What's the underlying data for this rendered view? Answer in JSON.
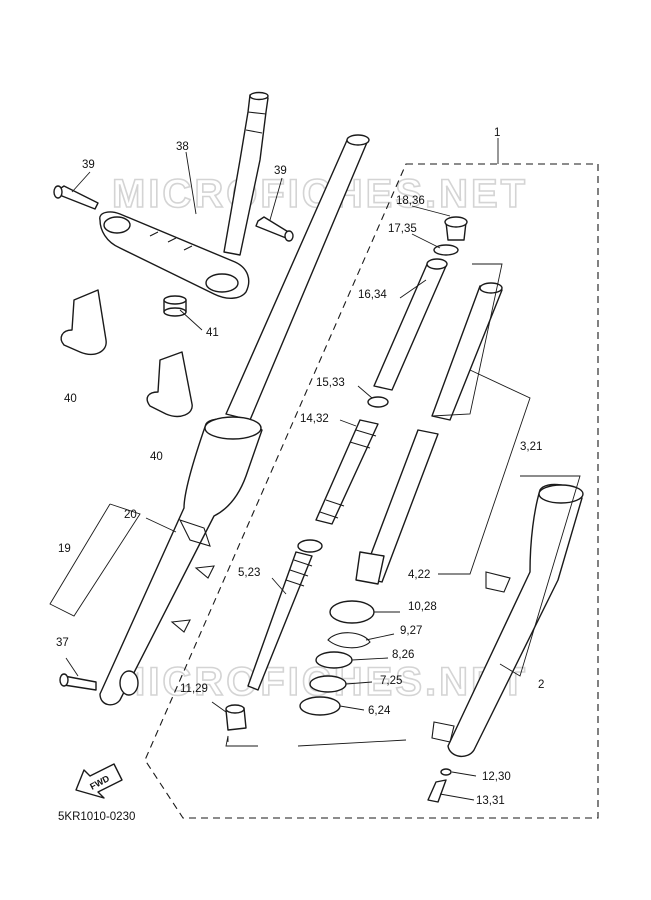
{
  "watermark": "MICROFICHES.NET",
  "diagram_code": "5KR1010-0230",
  "fwd_label": "FWD",
  "callouts": {
    "c1": "1",
    "c38": "38",
    "c39a": "39",
    "c39b": "39",
    "c18_36": "18,36",
    "c17_35": "17,35",
    "c16_34": "16,34",
    "c41": "41",
    "c15_33": "15,33",
    "c14_32": "14,32",
    "c40a": "40",
    "c40b": "40",
    "c3_21": "3,21",
    "c20": "20",
    "c19": "19",
    "c5_23": "5,23",
    "c4_22": "4,22",
    "c10_28": "10,28",
    "c9_27": "9,27",
    "c37": "37",
    "c8_26": "8,26",
    "c2": "2",
    "c7_25": "7,25",
    "c11_29": "11,29",
    "c6_24": "6,24",
    "c12_30": "12,30",
    "c13_31": "13,31"
  }
}
